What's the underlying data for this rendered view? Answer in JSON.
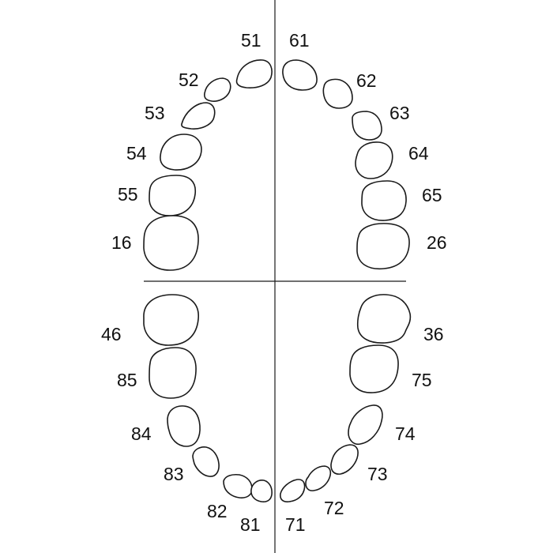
{
  "teeth": [
    {
      "id": "t51",
      "label": "51"
    },
    {
      "id": "t52",
      "label": "52"
    },
    {
      "id": "t53",
      "label": "53"
    },
    {
      "id": "t54",
      "label": "54"
    },
    {
      "id": "t55",
      "label": "55"
    },
    {
      "id": "t16",
      "label": "16"
    },
    {
      "id": "t61",
      "label": "61"
    },
    {
      "id": "t62",
      "label": "62"
    },
    {
      "id": "t63",
      "label": "63"
    },
    {
      "id": "t64",
      "label": "64"
    },
    {
      "id": "t65",
      "label": "65"
    },
    {
      "id": "t26",
      "label": "26"
    },
    {
      "id": "t46",
      "label": "46"
    },
    {
      "id": "t85",
      "label": "85"
    },
    {
      "id": "t84",
      "label": "84"
    },
    {
      "id": "t83",
      "label": "83"
    },
    {
      "id": "t82",
      "label": "82"
    },
    {
      "id": "t81",
      "label": "81"
    },
    {
      "id": "t36",
      "label": "36"
    },
    {
      "id": "t75",
      "label": "75"
    },
    {
      "id": "t74",
      "label": "74"
    },
    {
      "id": "t73",
      "label": "73"
    },
    {
      "id": "t72",
      "label": "72"
    },
    {
      "id": "t71",
      "label": "71"
    }
  ]
}
